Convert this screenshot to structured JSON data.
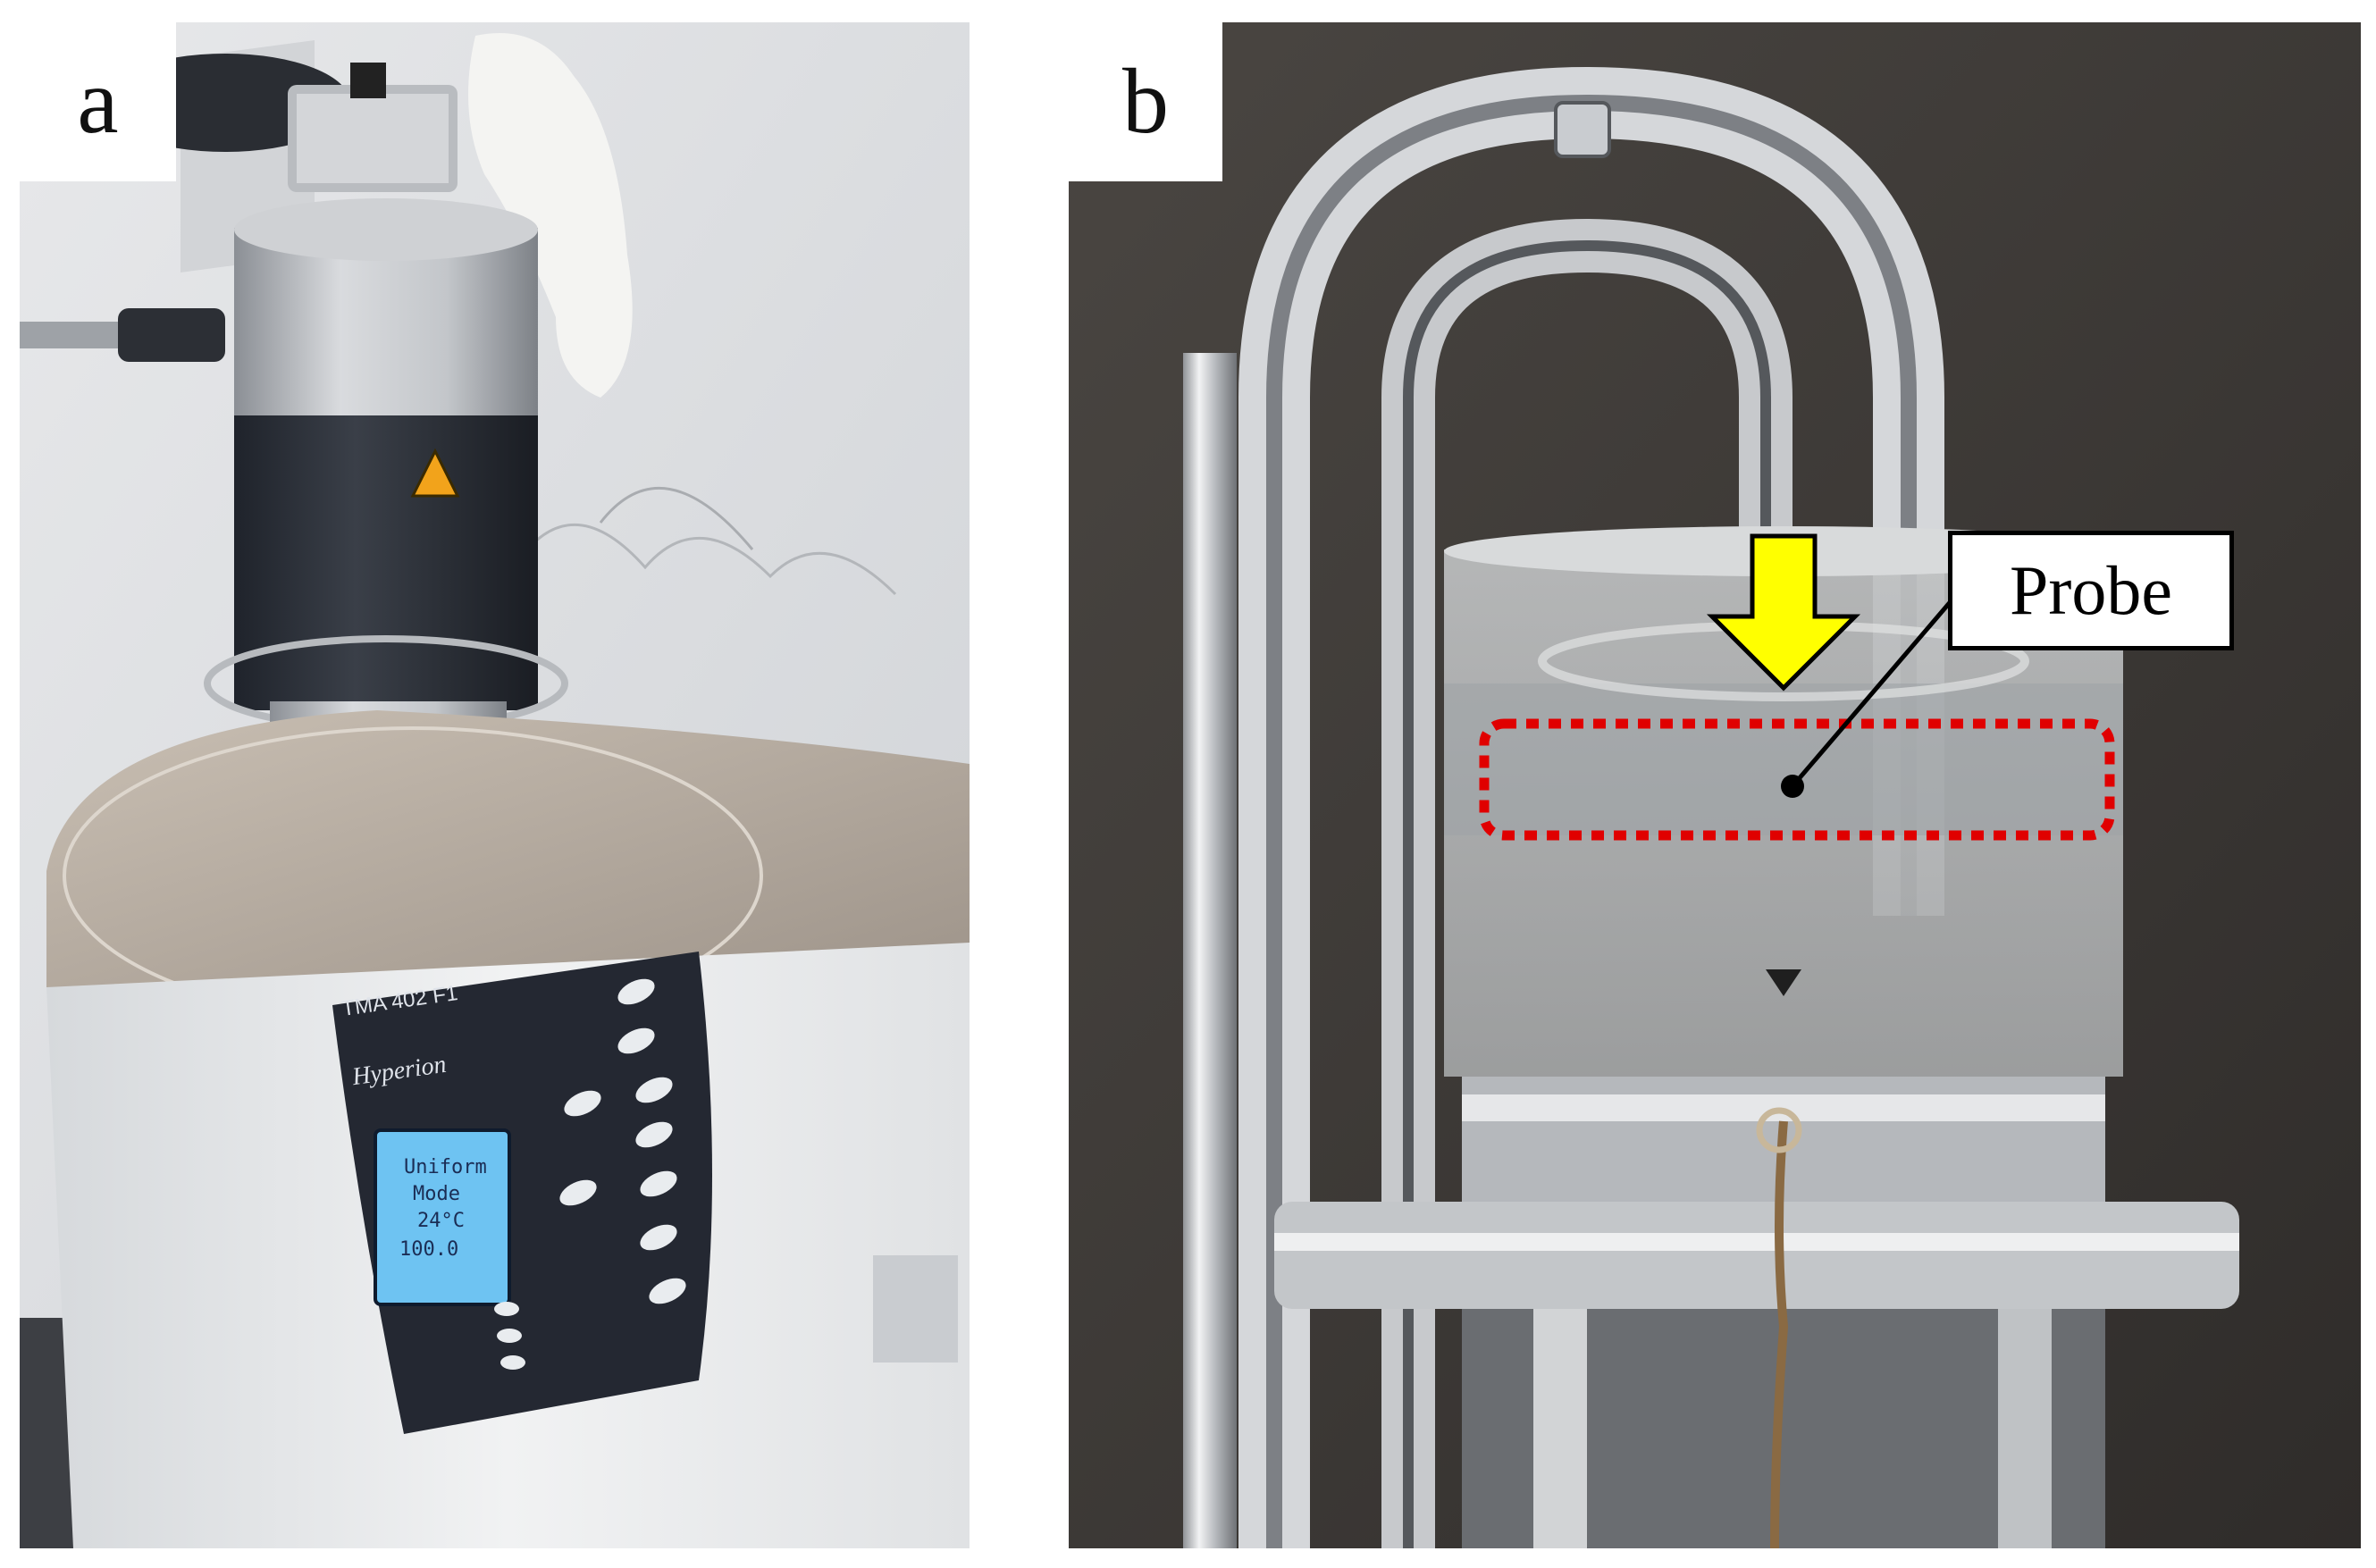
{
  "figure": {
    "panels": [
      {
        "label": "a",
        "instrument_label": "TMA 402 F1",
        "brand_script": "Hyperion",
        "lcd_lines": [
          "Uniform",
          "Mode",
          "24°C",
          "100.0"
        ]
      },
      {
        "label": "b",
        "callout_text": "Probe"
      }
    ]
  },
  "colors": {
    "arrow_fill": "#ffff00",
    "highlight_box": "#e00000",
    "callout_border": "#000000",
    "lcd_screen": "#6ec3f2",
    "device_panel": "#242832"
  }
}
